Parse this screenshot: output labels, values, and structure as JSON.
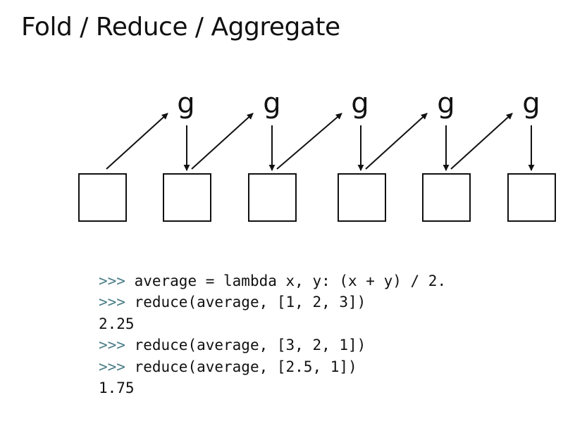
{
  "title": "Fold / Reduce / Aggregate",
  "diagram": {
    "function_label": "g",
    "node_count": 6
  },
  "code": [
    {
      "prompt": ">>>",
      "text": " average = lambda x, y: (x + y) / 2."
    },
    {
      "prompt": ">>>",
      "text": " reduce(average, [1, 2, 3])"
    },
    {
      "prompt": "",
      "text": "2.25"
    },
    {
      "prompt": ">>>",
      "text": " reduce(average, [3, 2, 1])"
    },
    {
      "prompt": ">>>",
      "text": " reduce(average, [2.5, 1])"
    },
    {
      "prompt": "",
      "text": "1.75"
    }
  ],
  "colors": {
    "prompt": "#4a7d86",
    "text": "#111111"
  }
}
